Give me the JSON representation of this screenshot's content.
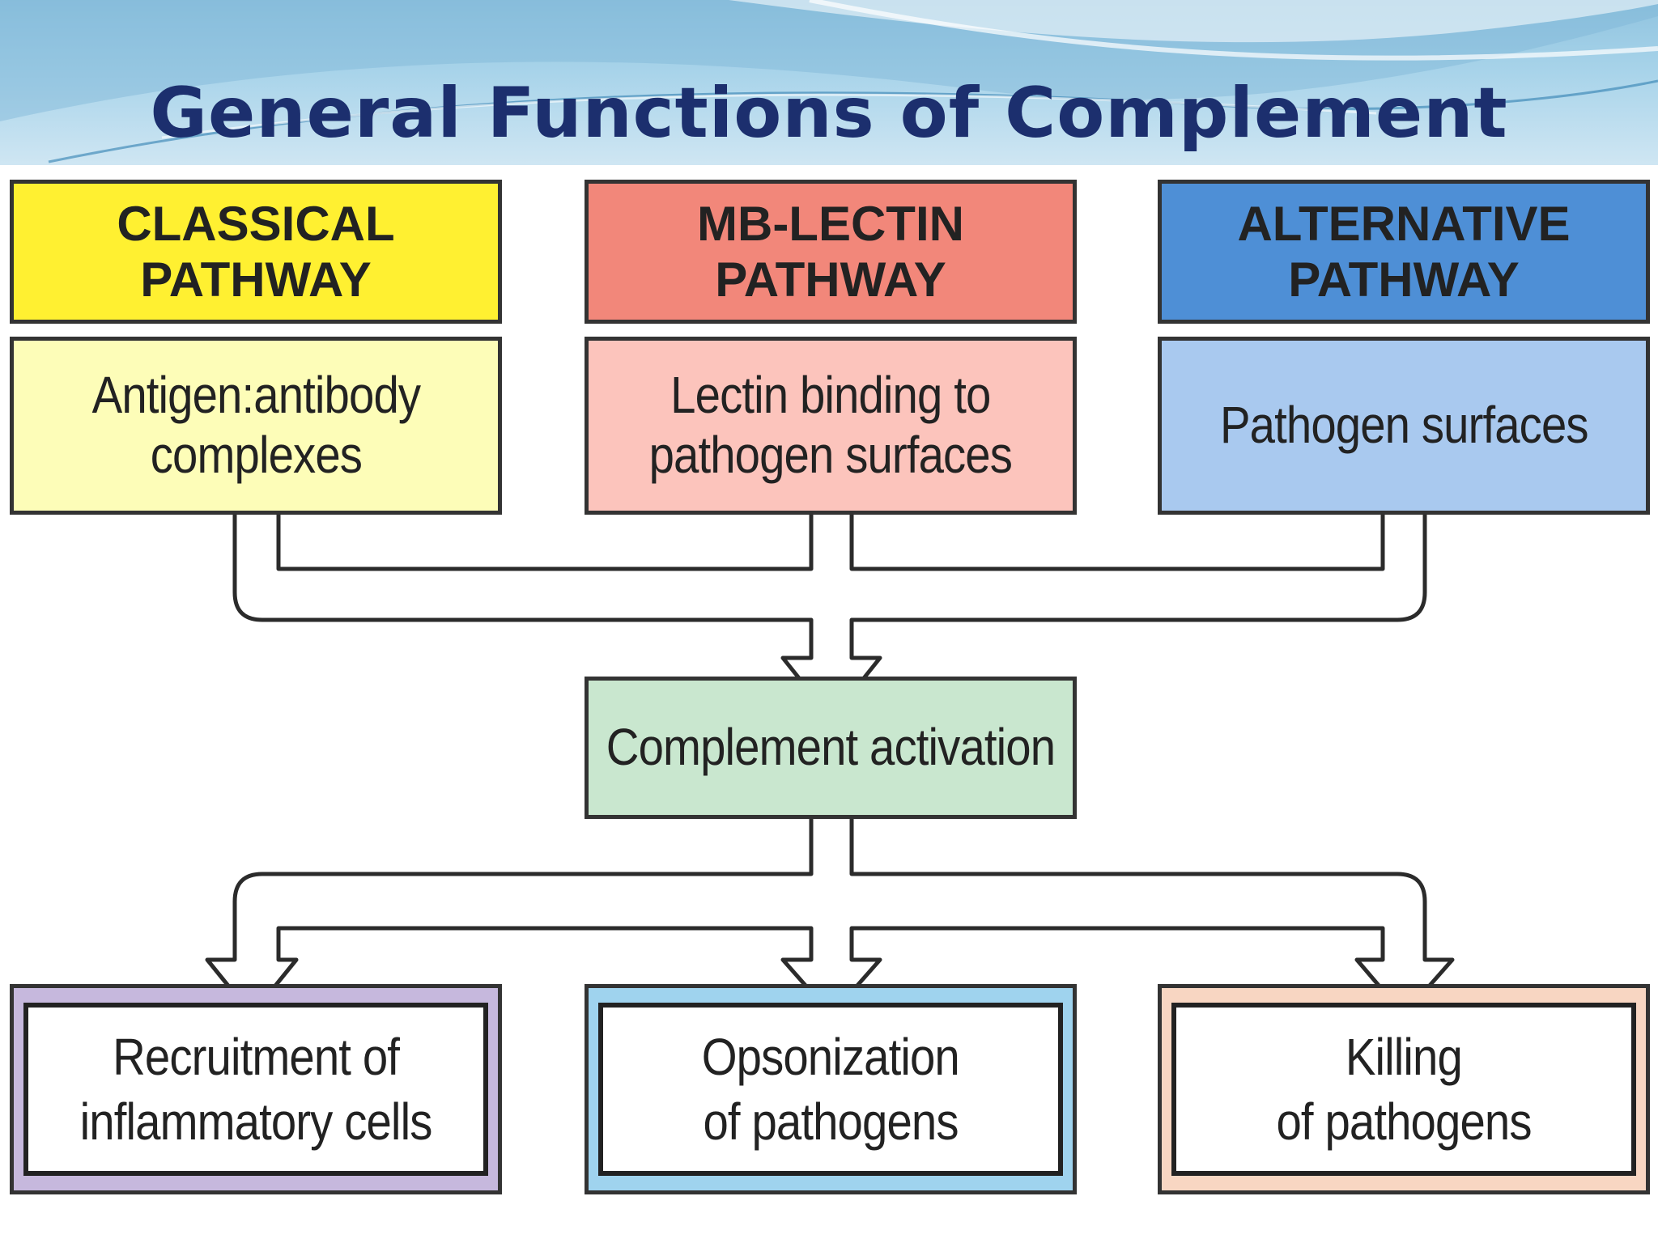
{
  "title": "General Functions of Complement",
  "pathways": [
    {
      "line1": "CLASSICAL",
      "line2": "PATHWAY",
      "color": "#fff031",
      "trigger_line1": "Antigen:antibody",
      "trigger_line2": "complexes",
      "trigger_color": "#fdfdb8"
    },
    {
      "line1": "MB-LECTIN",
      "line2": "PATHWAY",
      "color": "#f2877a",
      "trigger_line1": "Lectin binding to",
      "trigger_line2": "pathogen surfaces",
      "trigger_color": "#fcc4bc"
    },
    {
      "line1": "ALTERNATIVE",
      "line2": "PATHWAY",
      "color": "#4e8fd6",
      "trigger_line1": "Pathogen surfaces",
      "trigger_line2": "",
      "trigger_color": "#a9c9ef"
    }
  ],
  "activation": {
    "label": "Complement activation",
    "color": "#c9e7cf"
  },
  "outcomes": [
    {
      "line1": "Recruitment of",
      "line2": "inflammatory cells",
      "frame_color": "#c6b8dd"
    },
    {
      "line1": "Opsonization",
      "line2": "of pathogens",
      "frame_color": "#9fd3ee"
    },
    {
      "line1": "Killing",
      "line2": "of pathogens",
      "frame_color": "#f8d6c2"
    }
  ]
}
